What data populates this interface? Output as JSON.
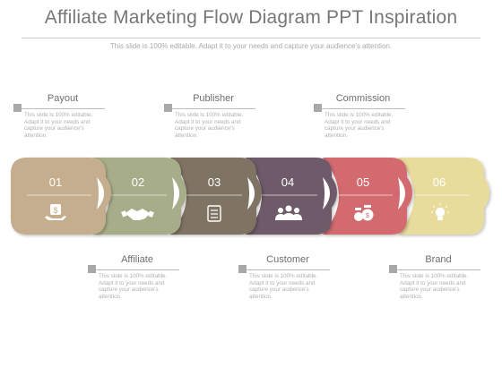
{
  "header": {
    "title": "Affiliate Marketing Flow Diagram PPT Inspiration",
    "subtitle": "This slide is 100% editable. Adapt it to your needs and capture your audience's attention."
  },
  "labels": [
    {
      "title": "Payout",
      "body": "This slide is 100% editable. Adapt it to your needs and capture your audience's attention."
    },
    {
      "title": "Publisher",
      "body": "This slide is 100% editable. Adapt it to your needs and capture your audience's attention."
    },
    {
      "title": "Commission",
      "body": "This slide is 100% editable. Adapt it to your needs and capture your audience's attention."
    },
    {
      "title": "Affiliate",
      "body": "This slide is 100% editable. Adapt it to your needs and capture your audience's attention."
    },
    {
      "title": "Customer",
      "body": "This slide is 100% editable. Adapt it to your needs and capture your audience's attention."
    },
    {
      "title": "Brand",
      "body": "This slide is 100% editable. Adapt it to your needs and capture your audience's attention."
    }
  ],
  "steps": [
    {
      "num": "01",
      "color": "#c4ae8d",
      "icon": "money-bag-hand-icon"
    },
    {
      "num": "02",
      "color": "#a6ad88",
      "icon": "handshake-icon"
    },
    {
      "num": "03",
      "color": "#7f7363",
      "icon": "notepad-icon"
    },
    {
      "num": "04",
      "color": "#6e5a68",
      "icon": "people-group-icon"
    },
    {
      "num": "05",
      "color": "#d26a70",
      "icon": "money-bags-icon"
    },
    {
      "num": "06",
      "color": "#e8dc9d",
      "icon": "light-bulb-icon"
    }
  ]
}
